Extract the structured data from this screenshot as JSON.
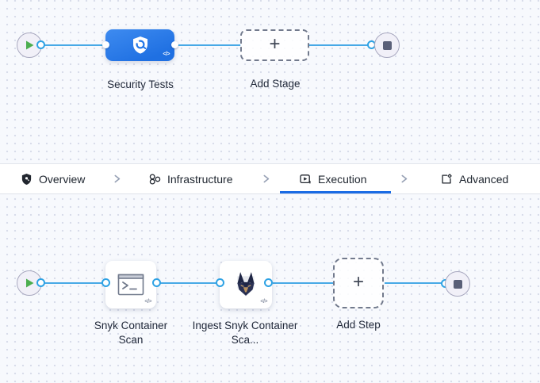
{
  "colors": {
    "accent_blue": "#1a6be4",
    "line_blue": "#47a9e6",
    "stage_node_blue_top": "#3e8bf0",
    "stage_node_blue_bottom": "#1f70e2",
    "play_green": "#4cae4f",
    "stop_gray": "#5a6078",
    "background": "#f7f9fd"
  },
  "stage_pipeline": {
    "node_label": "Security Tests",
    "add_label": "Add Stage",
    "plus": "+",
    "code_glyph": "</>"
  },
  "tabs": {
    "items": [
      {
        "label": "Overview"
      },
      {
        "label": "Infrastructure"
      },
      {
        "label": "Execution",
        "active": true
      },
      {
        "label": "Advanced"
      }
    ]
  },
  "step_pipeline": {
    "step1_label": "Snyk Container Scan",
    "step2_label": "Ingest Snyk Container Sca...",
    "add_label": "Add Step",
    "plus": "+",
    "code_glyph": "</>"
  }
}
